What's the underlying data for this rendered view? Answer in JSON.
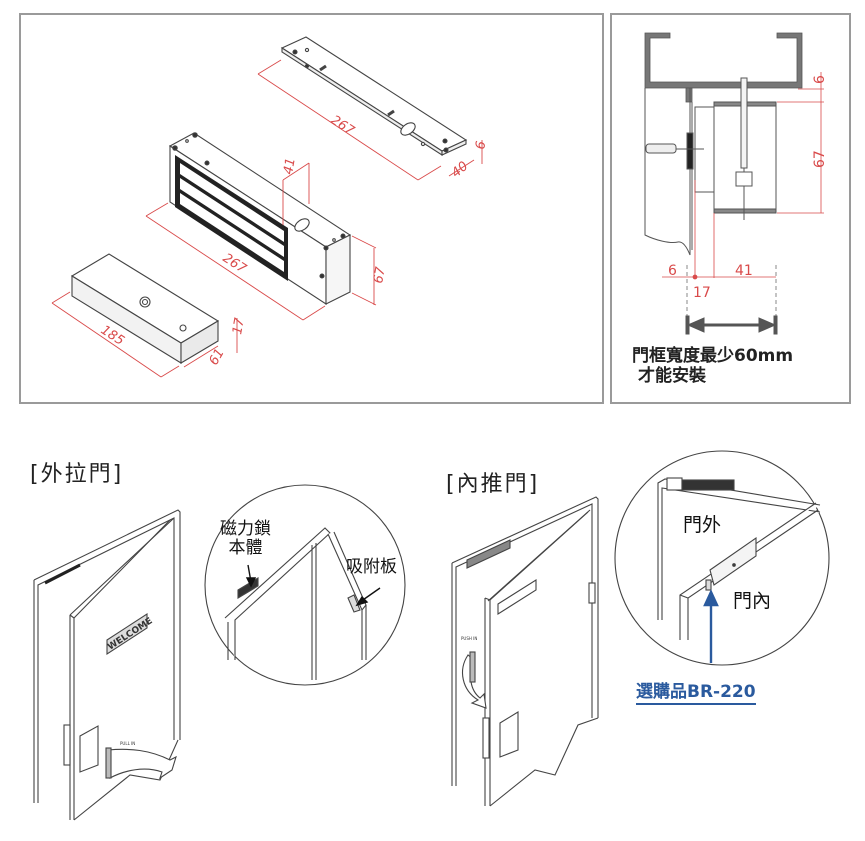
{
  "dimensions_drawing": {
    "mounting_plate": {
      "length": "267",
      "width": "40",
      "thickness": "6"
    },
    "lock_body": {
      "length": "267",
      "depth": "41",
      "height": "67"
    },
    "armature_plate": {
      "length": "185",
      "width": "61",
      "thickness": "17"
    }
  },
  "section_drawing": {
    "dims": {
      "top_gap": "6",
      "body_height": "67",
      "left_gap": "6",
      "body_depth": "41",
      "plate_offset": "17"
    },
    "note_line1": "門框寬度最少60mm",
    "note_line2": "才能安裝"
  },
  "outswing": {
    "title": "[外拉門]",
    "door_sign": "WELCOME",
    "handle_text": "PULL IN",
    "inset": {
      "lock_label_line1": "磁力鎖",
      "lock_label_line2": "本體",
      "plate_label": "吸附板"
    }
  },
  "inswing": {
    "title": "[內推門]",
    "handle_text": "PUSH IN",
    "inset": {
      "outside_label": "門外",
      "inside_label": "門內",
      "accessory_link": "選購品BR-220"
    }
  },
  "colors": {
    "dimension": "#d94a4a",
    "link": "#2a5a9e",
    "border": "#9a9a9a"
  }
}
